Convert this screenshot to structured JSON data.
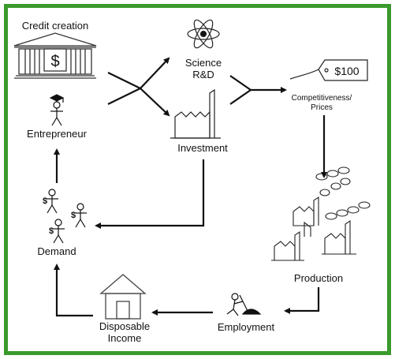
{
  "colors": {
    "frame": "#3a9a2d",
    "ink": "#111111"
  },
  "nodes": {
    "credit_creation": "Credit creation",
    "bank_symbol": "$",
    "entrepreneur": "Entrepreneur",
    "science_line1": "Science",
    "science_line2": "R&D",
    "investment": "Investment",
    "price_tag": "$100",
    "competitiveness_line1": "Competitiveness/",
    "competitiveness_line2": "Prices",
    "production": "Production",
    "employment": "Employment",
    "income_line1": "Disposable",
    "income_line2": "Income",
    "demand": "Demand",
    "coin_symbol": "$"
  },
  "icons": [
    "bank-icon",
    "graduate-person-icon",
    "atom-icon",
    "factory-icon",
    "price-tag-icon",
    "factories-icon",
    "worker-icon",
    "house-icon",
    "people-icon"
  ]
}
